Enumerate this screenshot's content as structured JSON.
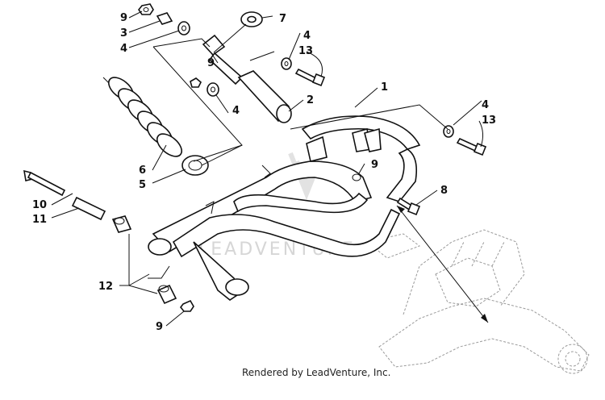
{
  "callouts": [
    {
      "id": "c1",
      "label": "1"
    },
    {
      "id": "c2",
      "label": "2"
    },
    {
      "id": "c3",
      "label": "3"
    },
    {
      "id": "c4a",
      "label": "4"
    },
    {
      "id": "c4b",
      "label": "4"
    },
    {
      "id": "c4c",
      "label": "4"
    },
    {
      "id": "c4d",
      "label": "4"
    },
    {
      "id": "c5",
      "label": "5"
    },
    {
      "id": "c6",
      "label": "6"
    },
    {
      "id": "c7",
      "label": "7"
    },
    {
      "id": "c8",
      "label": "8"
    },
    {
      "id": "c9a",
      "label": "9"
    },
    {
      "id": "c9b",
      "label": "9"
    },
    {
      "id": "c9c",
      "label": "9"
    },
    {
      "id": "c9d",
      "label": "9"
    },
    {
      "id": "c10",
      "label": "10"
    },
    {
      "id": "c11",
      "label": "11"
    },
    {
      "id": "c12",
      "label": "12"
    },
    {
      "id": "c13a",
      "label": "13"
    },
    {
      "id": "c13b",
      "label": "13"
    }
  ],
  "watermark": "LEADVENTURE",
  "footer": "Rendered by LeadVenture, Inc."
}
